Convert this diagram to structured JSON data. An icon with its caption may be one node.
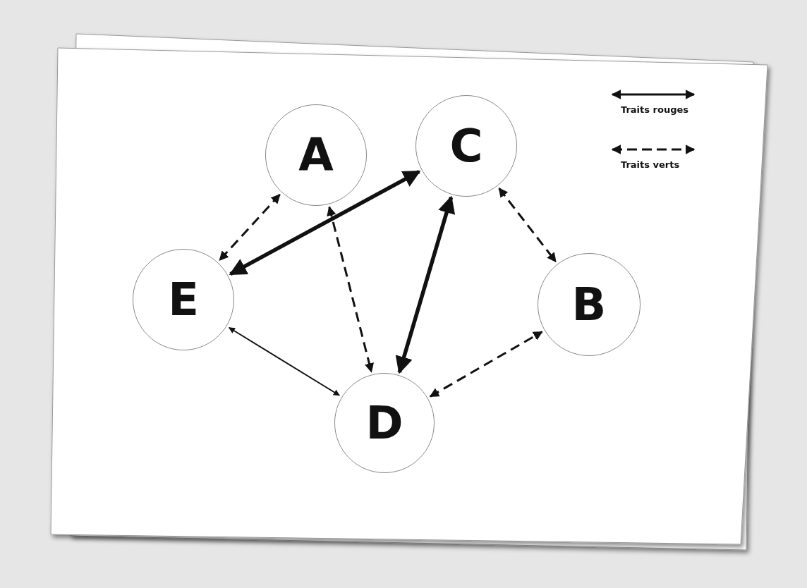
{
  "diagram": {
    "nodes": [
      {
        "text": [
          "A"
        ]
      },
      {
        "text": [
          "C"
        ]
      },
      {
        "text": [
          "E"
        ]
      },
      {
        "text": [
          "B"
        ]
      },
      {
        "text": [
          "D"
        ]
      }
    ],
    "edges": [
      {
        "from": 0,
        "to": 2,
        "arrow": "both",
        "style": "dashed"
      },
      {
        "from": 1,
        "to": 2,
        "arrow": "both",
        "style": "thick"
      },
      {
        "from": 0,
        "to": 4,
        "arrow": "both",
        "style": "dashed"
      },
      {
        "from": 1,
        "to": 4,
        "arrow": "both",
        "style": "thick"
      },
      {
        "from": 1,
        "to": 3,
        "arrow": "both",
        "style": "dashed"
      },
      {
        "from": 2,
        "to": 4,
        "arrow": "both"
      },
      {
        "from": 4,
        "to": 3,
        "arrow": "both",
        "style": "dashed"
      }
    ],
    "legend": [
      {
        "text": "Traits rouges"
      },
      {
        "text": "Traits verts"
      }
    ]
  }
}
